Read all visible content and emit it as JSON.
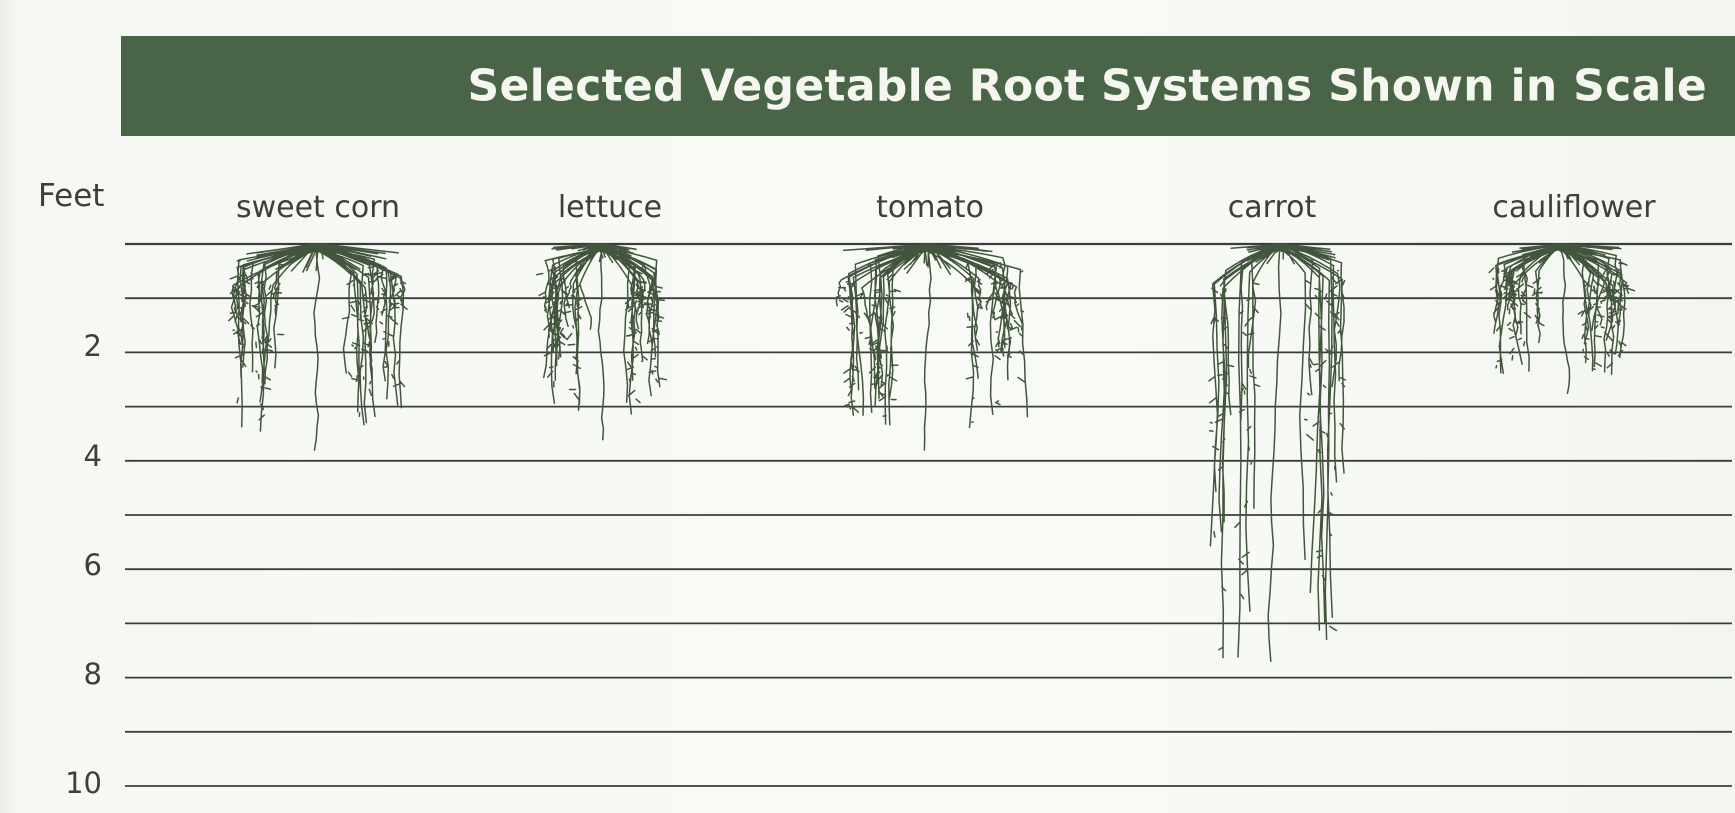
{
  "title": "Selected Vegetable Root Systems Shown in Scale",
  "axis": {
    "title": "Feet",
    "ticks": [
      "2",
      "4",
      "6",
      "8",
      "10"
    ],
    "max_feet": 10
  },
  "plants": [
    {
      "name": "sweet corn",
      "depth_ft": 4.0,
      "spread_ft": 3.1
    },
    {
      "name": "lettuce",
      "depth_ft": 3.8,
      "spread_ft": 2.0
    },
    {
      "name": "tomato",
      "depth_ft": 4.0,
      "spread_ft": 3.3
    },
    {
      "name": "carrot",
      "depth_ft": 7.7,
      "spread_ft": 2.4
    },
    {
      "name": "cauliflower",
      "depth_ft": 2.9,
      "spread_ft": 2.3
    }
  ],
  "colors": {
    "banner": "#4a6448",
    "root": "#43553e",
    "line": "#3a3d3a"
  }
}
